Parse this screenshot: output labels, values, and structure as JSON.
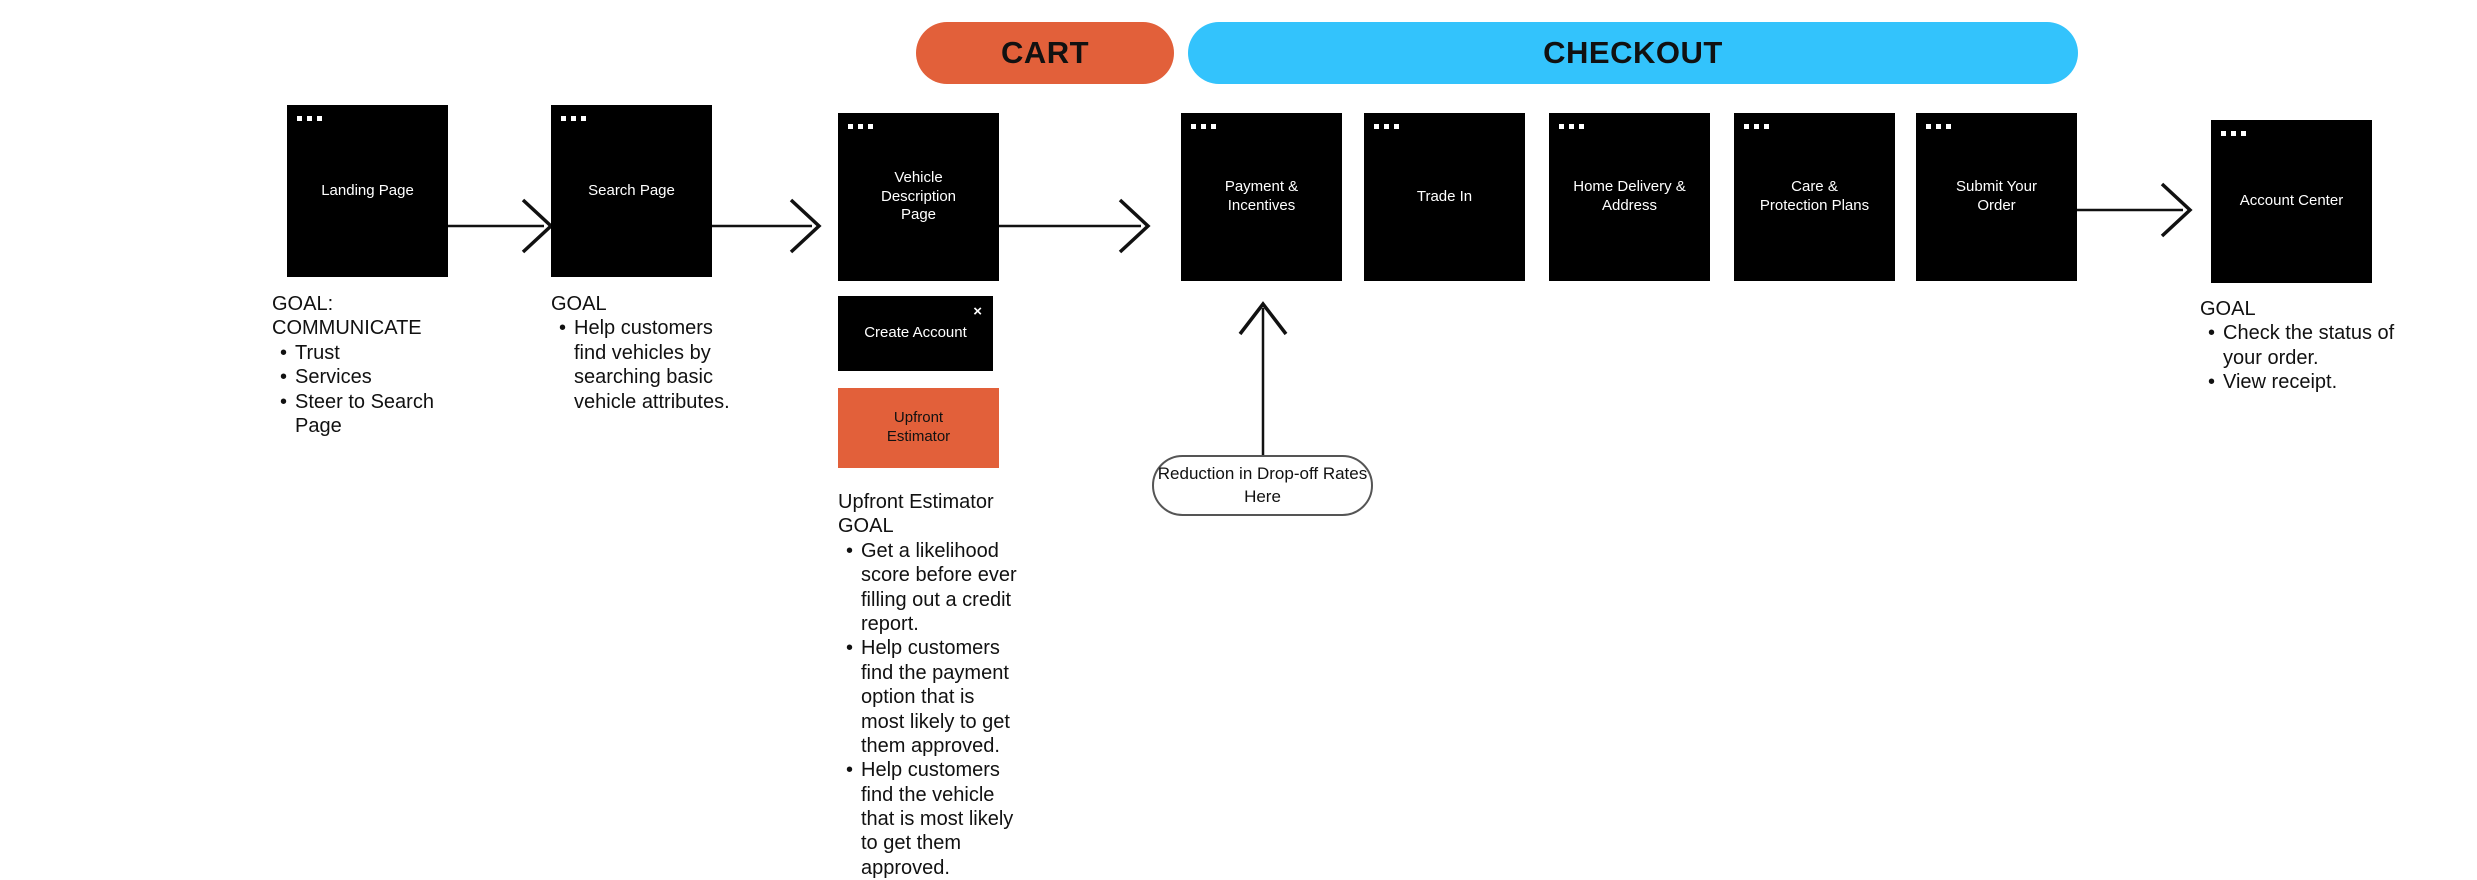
{
  "phases": [
    {
      "id": "cart",
      "label": "CART",
      "color": "#E2603A"
    },
    {
      "id": "checkout",
      "label": "CHECKOUT",
      "color": "#33C3FC"
    }
  ],
  "screens": [
    {
      "id": "landing-page",
      "label": "Landing Page"
    },
    {
      "id": "search-page",
      "label": "Search Page"
    },
    {
      "id": "vehicle-description-page",
      "label": "Vehicle\nDescription\nPage"
    },
    {
      "id": "create-account",
      "label": "Create Account",
      "close_icon": "×"
    },
    {
      "id": "upfront-estimator",
      "label": "Upfront\nEstimator",
      "color": "#E2603A"
    },
    {
      "id": "payment-incentives",
      "label": "Payment &\nIncentives"
    },
    {
      "id": "trade-in",
      "label": "Trade In"
    },
    {
      "id": "home-delivery-address",
      "label": "Home Delivery &\nAddress"
    },
    {
      "id": "care-protection-plans",
      "label": "Care &\nProtection Plans"
    },
    {
      "id": "submit-your-order",
      "label": "Submit Your\nOrder"
    },
    {
      "id": "account-center",
      "label": "Account Center"
    }
  ],
  "goals": {
    "landing": {
      "title": "GOAL:\nCOMMUNICATE",
      "bullets": [
        "Trust",
        "Services",
        "Steer to Search Page"
      ]
    },
    "search": {
      "title": "GOAL",
      "bullets": [
        "Help customers find vehicles by searching basic vehicle attributes."
      ]
    },
    "upfront_estimator": {
      "title": "Upfront Estimator\nGOAL",
      "bullets": [
        "Get a likelihood score before ever filling out a credit report.",
        "Help customers find the payment option that is most likely to get them approved.",
        "Help customers find the vehicle that is most likely to get them approved."
      ]
    },
    "account_center": {
      "title": "GOAL",
      "bullets": [
        "Check the status of your order.",
        "View receipt."
      ]
    }
  },
  "callout": {
    "text": "Reduction in Drop-off Rates Here"
  }
}
